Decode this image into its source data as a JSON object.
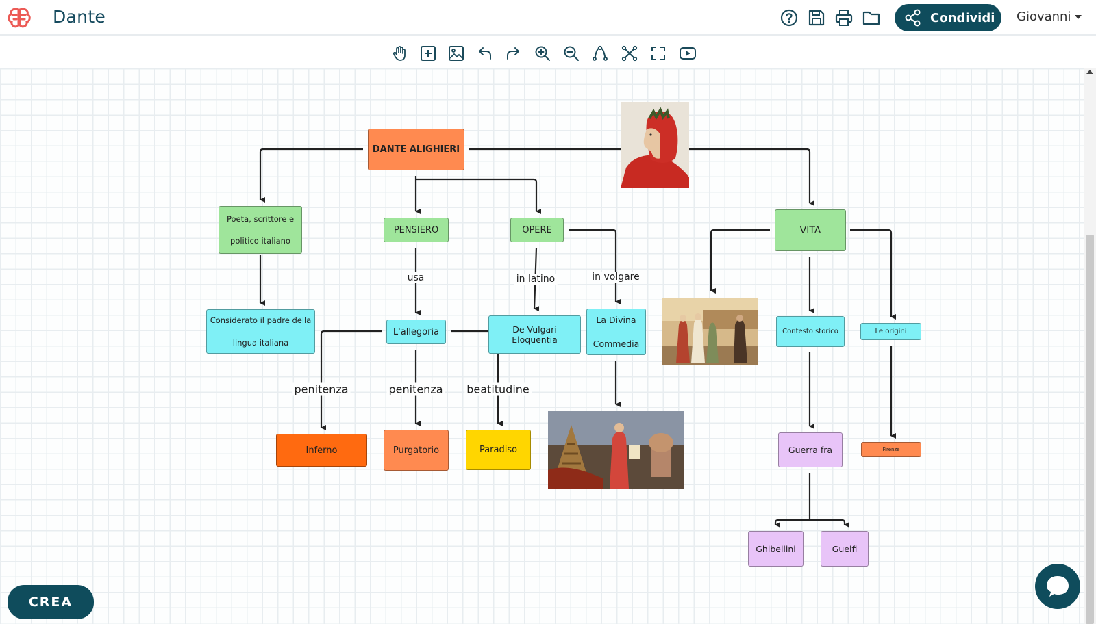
{
  "app": {
    "title": "Dante",
    "logo_icon": "brain-logo-icon",
    "accent": "#0f4c5c"
  },
  "header": {
    "help_icon": "help-icon",
    "save_icon": "save-icon",
    "print_icon": "print-icon",
    "folder_icon": "folder-icon",
    "share_label": "Condividi",
    "user_name": "Giovanni"
  },
  "toolbar": {
    "tools": [
      "hand-icon",
      "add-box-icon",
      "image-icon",
      "undo-icon",
      "redo-icon",
      "zoom-in-icon",
      "zoom-out-icon",
      "connector-icon",
      "fit-icon",
      "fullscreen-icon",
      "present-icon"
    ]
  },
  "map": {
    "nodes": {
      "dante": {
        "text": "DANTE ALIGHIERI",
        "color": "#ff8a50"
      },
      "poeta": {
        "text": "Poeta, scrittore e politico italiano",
        "color": "#9fe59b"
      },
      "pensiero": {
        "text": "PENSIERO",
        "color": "#9fe59b"
      },
      "opere": {
        "text": "OPERE",
        "color": "#9fe59b"
      },
      "vita": {
        "text": "VITA",
        "color": "#9fe59b"
      },
      "padre": {
        "text": "Considerato il padre della lingua italiana",
        "color": "#7ff0f6"
      },
      "allegoria": {
        "text": "L'allegoria",
        "color": "#7ff0f6"
      },
      "vulgari": {
        "text": "De Vulgari Eloquentia",
        "color": "#7ff0f6"
      },
      "divina": {
        "text": "La Divina Commedia",
        "color": "#7ff0f6"
      },
      "contesto": {
        "text": "Contesto storico",
        "color": "#7ff0f6"
      },
      "origini": {
        "text": "Le origini",
        "color": "#7ff0f6"
      },
      "inferno": {
        "text": "Inferno",
        "color": "#ff6a10"
      },
      "purgatorio": {
        "text": "Purgatorio",
        "color": "#ff8a50"
      },
      "paradiso": {
        "text": "Paradiso",
        "color": "#ffd600"
      },
      "guerra": {
        "text": "Guerra fra",
        "color": "#e8c4f8"
      },
      "firenze": {
        "text": "Firenze",
        "color": "#ff8a50"
      },
      "ghibellini": {
        "text": "Ghibellini",
        "color": "#e8c4f8"
      },
      "guelfi": {
        "text": "Guelfi",
        "color": "#e8c4f8"
      }
    },
    "labels": {
      "usa": "usa",
      "in_latino": "in latino",
      "in_volgare": "in volgare",
      "penitenza_1": "penitenza",
      "penitenza_2": "penitenza",
      "beatitudine": "beatitudine"
    }
  },
  "actions": {
    "create_label": "CREA",
    "chat_icon": "chat-bubble-icon"
  }
}
